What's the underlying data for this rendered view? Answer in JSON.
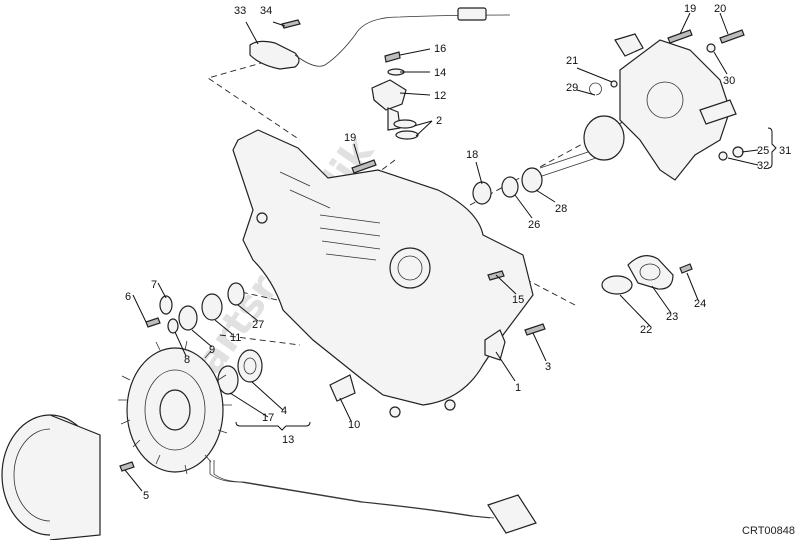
{
  "diagram": {
    "labels": {
      "p1": "1",
      "p2": "2",
      "p3": "3",
      "p4": "4",
      "p5": "5",
      "p6": "6",
      "p7": "7",
      "p8": "8",
      "p9": "9",
      "p10": "10",
      "p11": "11",
      "p12": "12",
      "p13": "13",
      "p14": "14",
      "p15": "15",
      "p16": "16",
      "p17": "17",
      "p18": "18",
      "p19a": "19",
      "p19b": "19",
      "p20": "20",
      "p21": "21",
      "p22": "22",
      "p23": "23",
      "p24": "24",
      "p25": "25",
      "p26": "26",
      "p27": "27",
      "p28": "28",
      "p29": "29",
      "p30": "30",
      "p31": "31",
      "p32": "32",
      "p33": "33",
      "p34": "34"
    },
    "watermark": "Partsrepublik",
    "code": "CRT00848"
  }
}
